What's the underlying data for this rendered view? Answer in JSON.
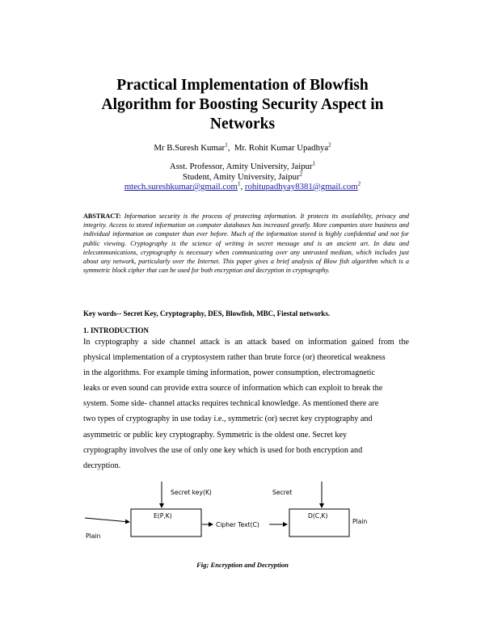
{
  "title_lines": [
    "Practical Implementation of Blowfish",
    "Algorithm for Boosting Security Aspect in",
    "Networks"
  ],
  "authors": {
    "author1": "Mr B.Suresh Kumar",
    "author1_sup": "1",
    "sep": ",  ",
    "author2": "Mr. Rohit Kumar Upadhya",
    "author2_sup": "2"
  },
  "affiliations": {
    "line1": "Asst. Professor, Amity University, Jaipur",
    "line1_sup": "1",
    "line2": "Student, Amity University, Jaipur",
    "line2_sup": "2",
    "email1": "mtech.sureshkumar@gmail.com",
    "email1_sup": "1",
    "email_sep": ", ",
    "email2": "rohitupadhyay8381@gmail.com",
    "email2_sup": "2"
  },
  "abstract": {
    "label": "ABSTRACT:",
    "text": "Information security is the process of protecting information. It protects its availability, privacy and integrity. Access to stored information on computer databases has increased greatly. More companies store business and individual information on computer than ever before. Much of the information stored is highly confidential and not for public viewing. Cryptography is the science of writing in secret message and is an ancient art. In data and telecommunications, cryptography is necessary when communicating over any untrusted medium, which includes just about any network, particularly over the Internet. This paper gives a brief analysis of Blow fish algorithm which is a symmetric block cipher that can be used for both encryption and decryption in cryptography."
  },
  "keywords": "Key words-- Secret Key,  Cryptography, DES, Blowfish, MBC, Fiestal networks.",
  "section_heading": "1. INTRODUCTION",
  "intro_lines": [
    "In cryptography a side channel attack is an attack based on information gained from the",
    "physical implementation of a cryptosystem rather than brute force (or) theoretical weakness",
    "in the algorithms.  For example timing information, power consumption, electromagnetic",
    "leaks or even sound can provide extra source of information which can exploit to break the",
    "system. Some side- channel attacks requires technical knowledge. As mentioned there are",
    "two types of cryptography in use today i.e., symmetric (or) secret key cryptography and",
    "asymmetric or public key cryptography.   Symmetric is the oldest one. Secret key",
    "cryptography involves the use of only one key which is used for both encryption and",
    "decryption."
  ],
  "diagram": {
    "secret_key_label": "Secret key(K)",
    "secret_label": "Secret",
    "encrypt_box": "E(P,K)",
    "decrypt_box": "D(C,K)",
    "cipher_label": "Cipher Text(C)",
    "plain_left": "Plain",
    "plain_right": "Plain"
  },
  "caption": "Fig; Encryption and Decryption"
}
